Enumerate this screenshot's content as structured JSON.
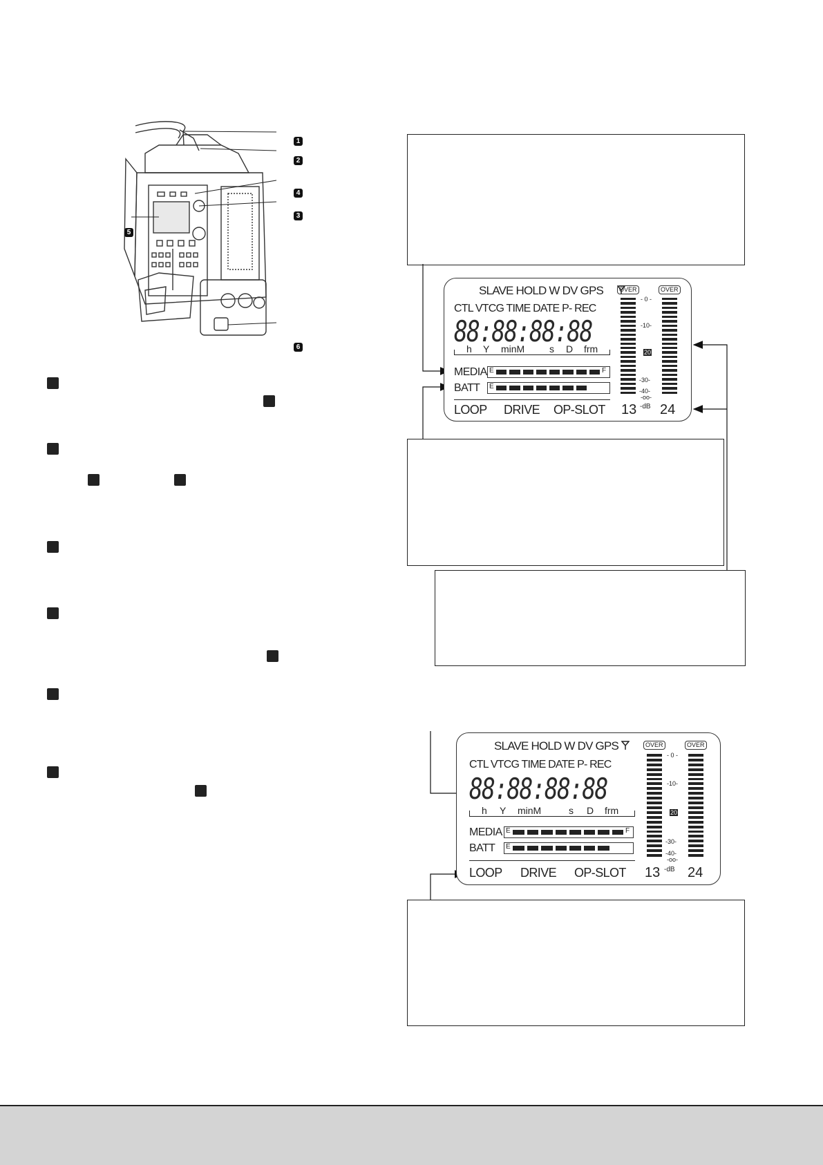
{
  "camera_callouts": [
    "1",
    "2",
    "3",
    "4",
    "5",
    "6"
  ],
  "lcd_panel": {
    "over_label": "OVER",
    "row1": "SLAVE HOLD W DV GPS",
    "row2": "CTL VTCG TIME DATE P- REC",
    "digits": "88:88:88:88",
    "units": [
      "h",
      "Y",
      "minM",
      "s",
      "D",
      "frm"
    ],
    "media_label": "MEDIA",
    "batt_label": "BATT",
    "empty_mark": "E",
    "full_mark": "F",
    "bottom": [
      "LOOP",
      "DRIVE",
      "OP-SLOT"
    ],
    "channel_left": "13",
    "channel_right": "24",
    "db_unit": "-dB",
    "db_scale": [
      "- 0 -",
      "-10-",
      "20",
      "-30-",
      "-40-",
      "-oo-"
    ]
  }
}
